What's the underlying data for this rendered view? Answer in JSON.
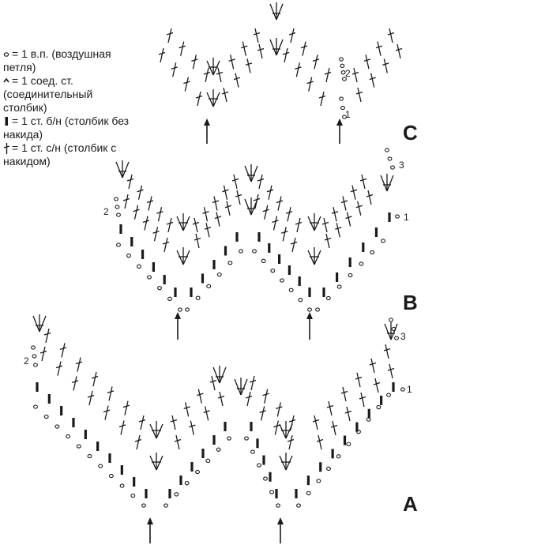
{
  "legend": {
    "chain": "= 1 в.п. (воздушная петля)",
    "slip_stitch": "= 1 соед. ст. (соединительный столбик)",
    "single_crochet": "= 1 ст. б/н (столбик без накида)",
    "double_crochet": "= 1 ст. с/н (столбик с накидом)"
  },
  "panels": {
    "c": {
      "label": "C",
      "row_numbers": [
        "2",
        "1"
      ]
    },
    "b": {
      "label": "B",
      "row_numbers": [
        "3",
        "2",
        "1"
      ]
    },
    "a": {
      "label": "A",
      "row_numbers": [
        "3",
        "2",
        "1"
      ]
    }
  },
  "colors": {
    "ink": "#1a1a1a",
    "background": "#ffffff"
  },
  "icons": [
    "chain-icon",
    "slip-stitch-icon",
    "single-crochet-icon",
    "double-crochet-icon",
    "arrow-up-icon"
  ]
}
